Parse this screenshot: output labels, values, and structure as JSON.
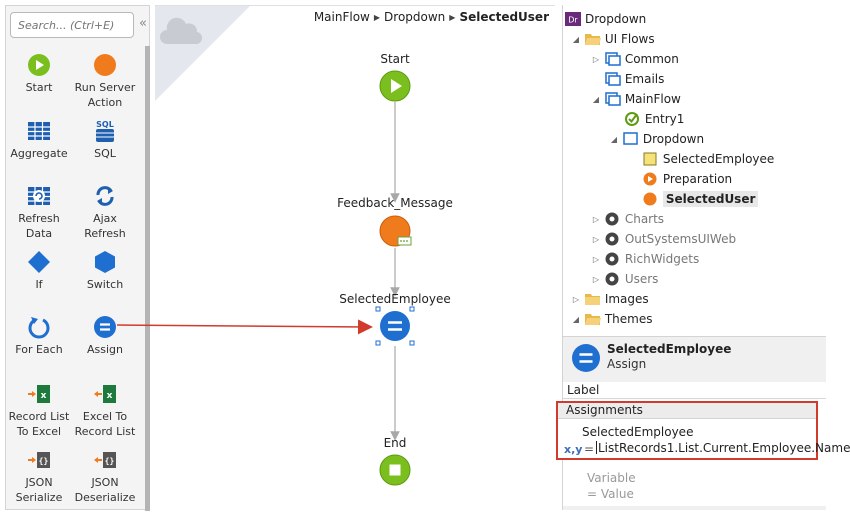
{
  "toolbox": {
    "search_placeholder": "Search... (Ctrl+E)",
    "collapse_glyph": "«",
    "tools": [
      {
        "label": "Start",
        "icon": "start-icon"
      },
      {
        "label": "Run Server Action",
        "icon": "run-server-action-icon"
      },
      {
        "label": "Aggregate",
        "icon": "aggregate-icon"
      },
      {
        "label": "SQL",
        "icon": "sql-icon"
      },
      {
        "label": "Refresh Data",
        "icon": "refresh-data-icon"
      },
      {
        "label": "Ajax Refresh",
        "icon": "ajax-refresh-icon"
      },
      {
        "label": "If",
        "icon": "if-icon"
      },
      {
        "label": "Switch",
        "icon": "switch-icon"
      },
      {
        "label": "For Each",
        "icon": "for-each-icon"
      },
      {
        "label": "Assign",
        "icon": "assign-icon"
      },
      {
        "label": "Record List To Excel",
        "icon": "record-list-to-excel-icon"
      },
      {
        "label": "Excel To Record List",
        "icon": "excel-to-record-list-icon"
      },
      {
        "label": "JSON Serialize",
        "icon": "json-serialize-icon"
      },
      {
        "label": "JSON Deserialize",
        "icon": "json-deserialize-icon"
      }
    ],
    "sql_text": "SQL"
  },
  "canvas": {
    "breadcrumb": [
      "MainFlow",
      "Dropdown",
      "SelectedUser"
    ],
    "nodes": {
      "start": "Start",
      "feedback": "Feedback_Message",
      "selected_employee": "SelectedEmployee",
      "end": "End"
    }
  },
  "tree": {
    "items": [
      {
        "label": "Dropdown",
        "icon": "module-icon",
        "arrow": ""
      },
      {
        "label": "UI Flows",
        "icon": "folder-open-icon",
        "arrow": "◢"
      },
      {
        "label": "Common",
        "icon": "ui-flow-icon",
        "arrow": "▷"
      },
      {
        "label": "Emails",
        "icon": "ui-flow-icon",
        "arrow": ""
      },
      {
        "label": "MainFlow",
        "icon": "ui-flow-icon",
        "arrow": "◢"
      },
      {
        "label": "Entry1",
        "icon": "entry-icon",
        "arrow": ""
      },
      {
        "label": "Dropdown",
        "icon": "screen-icon",
        "arrow": "◢"
      },
      {
        "label": "SelectedEmployee",
        "icon": "variable-icon",
        "arrow": ""
      },
      {
        "label": "Preparation",
        "icon": "preparation-icon",
        "arrow": ""
      },
      {
        "label": "SelectedUser",
        "icon": "screen-action-icon",
        "arrow": ""
      },
      {
        "label": "Charts",
        "icon": "dependency-icon",
        "arrow": "▷"
      },
      {
        "label": "OutSystemsUIWeb",
        "icon": "dependency-icon",
        "arrow": "▷"
      },
      {
        "label": "RichWidgets",
        "icon": "dependency-icon",
        "arrow": "▷"
      },
      {
        "label": "Users",
        "icon": "dependency-icon",
        "arrow": "▷"
      },
      {
        "label": "Images",
        "icon": "folder-icon",
        "arrow": "▷"
      },
      {
        "label": "Themes",
        "icon": "folder-open-icon",
        "arrow": "◢"
      }
    ],
    "module_badge": "Dr"
  },
  "properties": {
    "title": "SelectedEmployee",
    "subtitle": "Assign",
    "label_caption": "Label",
    "assignments_caption": "Assignments",
    "assignment_variable": "SelectedEmployee",
    "assignment_xy": "x,y",
    "assignment_eq": "=",
    "assignment_value": "ListRecords1.List.Current.Employee.Name",
    "empty_variable": "Variable",
    "empty_value": "= Value"
  },
  "colors": {
    "start_green": "#7bbf1e",
    "server_orange": "#f07b1c",
    "assign_blue": "#1f6fd0",
    "highlight_red": "#d03b2b"
  }
}
